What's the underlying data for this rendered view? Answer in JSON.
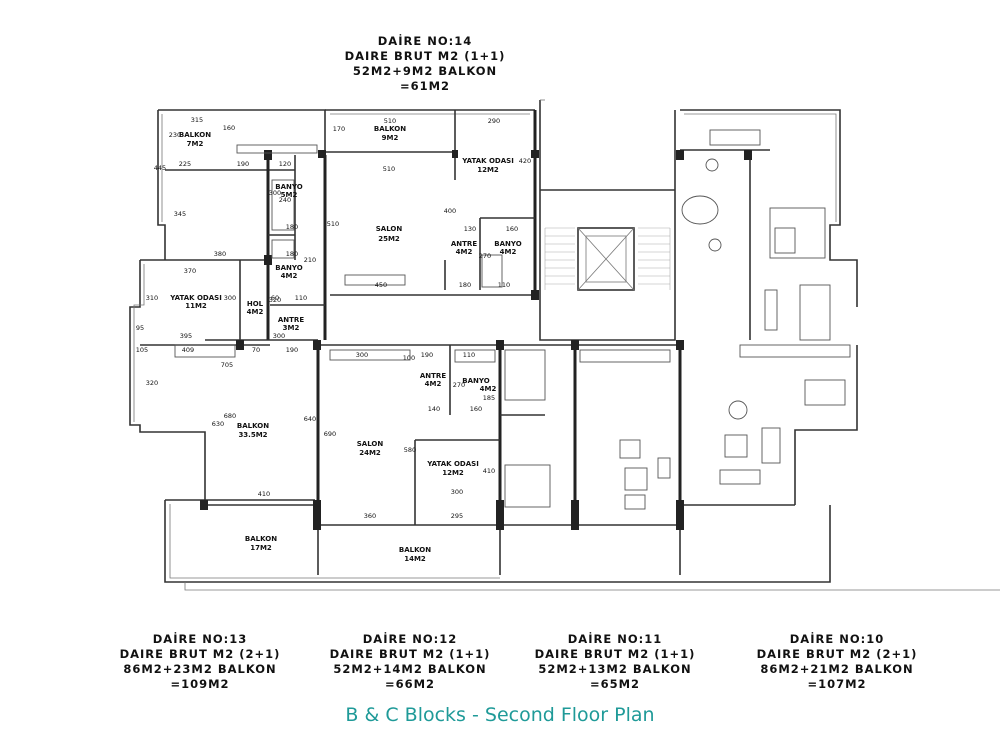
{
  "top_unit": {
    "name": "DAİRE NO:14",
    "gross": "DAIRE BRUT M2 (1+1)",
    "calc": "52M2+9M2 BALKON",
    "total": "=61M2"
  },
  "units": [
    {
      "name": "DAİRE NO:13",
      "gross": "DAIRE BRUT M2 (2+1)",
      "calc": "86M2+23M2 BALKON",
      "total": "=109M2"
    },
    {
      "name": "DAİRE NO:12",
      "gross": "DAIRE BRUT M2 (1+1)",
      "calc": "52M2+14M2 BALKON",
      "total": "=66M2"
    },
    {
      "name": "DAİRE NO:11",
      "gross": "DAIRE BRUT M2 (1+1)",
      "calc": "52M2+13M2 BALKON",
      "total": "=65M2"
    },
    {
      "name": "DAİRE NO:10",
      "gross": "DAIRE BRUT M2 (2+1)",
      "calc": "86M2+21M2 BALKON",
      "total": "=107M2"
    }
  ],
  "title": "B & C Blocks - Second Floor Plan",
  "rooms": [
    {
      "name": "BALKON",
      "area": "7M2"
    },
    {
      "name": "BANYO",
      "area": "5M2"
    },
    {
      "name": "BANYO",
      "area": "4M2"
    },
    {
      "name": "YATAK ODASI",
      "area": "11M2"
    },
    {
      "name": "HOL",
      "area": "4M2"
    },
    {
      "name": "ANTRE",
      "area": "3M2"
    },
    {
      "name": "BALKON",
      "area": "33.5M2"
    },
    {
      "name": "BALKON",
      "area": "17M2"
    },
    {
      "name": "BALKON",
      "area": "9M2"
    },
    {
      "name": "YATAK ODASI",
      "area": "12M2"
    },
    {
      "name": "SALON",
      "area": "25M2"
    },
    {
      "name": "ANTRE",
      "area": "4M2"
    },
    {
      "name": "BANYO",
      "area": "4M2"
    },
    {
      "name": "SALON",
      "area": "24M2"
    },
    {
      "name": "ANTRE",
      "area": "4M2"
    },
    {
      "name": "BANYO",
      "area": "4M2"
    },
    {
      "name": "YATAK ODASI",
      "area": "12M2"
    },
    {
      "name": "BALKON",
      "area": "14M2"
    }
  ],
  "dims": [
    "315",
    "230",
    "160",
    "445",
    "225",
    "190",
    "120",
    "300",
    "240",
    "345",
    "180",
    "380",
    "180",
    "370",
    "310",
    "210",
    "300",
    "320",
    "60",
    "110",
    "95",
    "395",
    "70",
    "105",
    "409",
    "190",
    "300",
    "705",
    "320",
    "680",
    "630",
    "410",
    "640",
    "510",
    "170",
    "290",
    "510",
    "420",
    "400",
    "510",
    "130",
    "160",
    "270",
    "450",
    "180",
    "110",
    "300",
    "100",
    "190",
    "110",
    "270",
    "185",
    "140",
    "160",
    "690",
    "580",
    "410",
    "300",
    "360",
    "295"
  ]
}
